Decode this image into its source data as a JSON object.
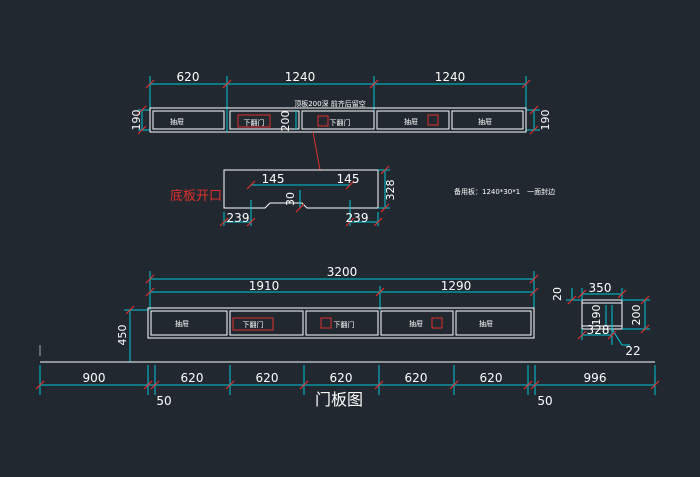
{
  "colors": {
    "background": "#212830",
    "dimension_line": "#00c8d8",
    "outline": "#ffffff",
    "annotation": "#e0302c"
  },
  "top_view": {
    "dims": {
      "d620": "620",
      "d1240a": "1240",
      "d1240b": "1240"
    },
    "note": "顶板200深 前齐后留空",
    "height_left": "190",
    "height_right": "190",
    "height_mid": "200",
    "panels": [
      "抽屉",
      "下翻门",
      "下翻门",
      "抽屉",
      "抽屉"
    ]
  },
  "bottom_plate": {
    "label": "底板开口",
    "dim_145_left": "145",
    "dim_145_right": "145",
    "dim_30": "30",
    "dim_239_left": "239",
    "dim_239_right": "239",
    "dim_328": "328"
  },
  "spare_note": "备用板：1240*30*1　一面封边",
  "front_view": {
    "total": "3200",
    "left_part": "1910",
    "right_part": "1290",
    "height": "450",
    "panels": [
      "抽屉",
      "下翻门",
      "下翻门",
      "抽屉",
      "抽屉"
    ]
  },
  "side_view": {
    "d20": "20",
    "d350": "350",
    "d190": "190",
    "d200": "200",
    "d328": "328",
    "d22": "22"
  },
  "wall": {
    "segments": [
      "900",
      "620",
      "620",
      "620",
      "620",
      "620",
      "996"
    ],
    "gap_left": "50",
    "gap_right": "50"
  },
  "title": "门板图"
}
